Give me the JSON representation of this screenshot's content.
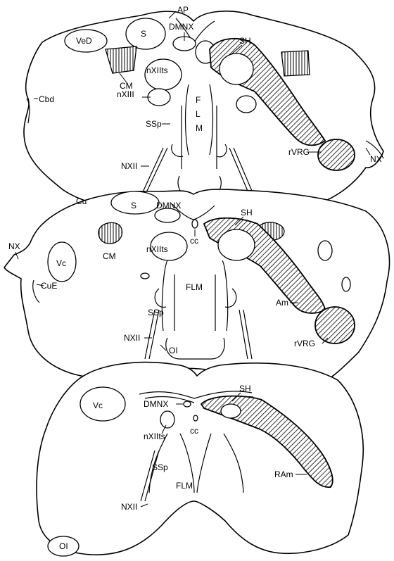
{
  "labels": {
    "section1": {
      "ap": "AP",
      "ved": "VeD",
      "s": "S",
      "dmnx": "DMNX",
      "sh": "SH",
      "cm": "CM",
      "nxiits": "nXIIts",
      "nxiii": "nXIII",
      "cbd": "Cbd",
      "f": "F",
      "l": "L",
      "m": "M",
      "ssp": "SSp",
      "rvrg": "rVRG",
      "nx": "NX",
      "nxii": "NXII"
    },
    "section2": {
      "cu": "Cu",
      "s": "S",
      "dmnx": "DMNX",
      "sh": "SH",
      "cc": "cc",
      "nx": "NX",
      "vc": "Vc",
      "cm": "CM",
      "nxiits": "nXIIts",
      "cue": "CuE",
      "flm": "FLM",
      "ssp": "SSp",
      "am": "Am",
      "rvrg": "rVRG",
      "nxii": "NXII",
      "oi": "OI"
    },
    "section3": {
      "vc": "Vc",
      "sh": "SH",
      "dmnx": "DMNX",
      "cc": "cc",
      "nxiits": "nXIIts",
      "ssp": "SSp",
      "flm": "FLM",
      "ram": "RAm",
      "nxii": "NXII",
      "oi": "OI"
    }
  }
}
